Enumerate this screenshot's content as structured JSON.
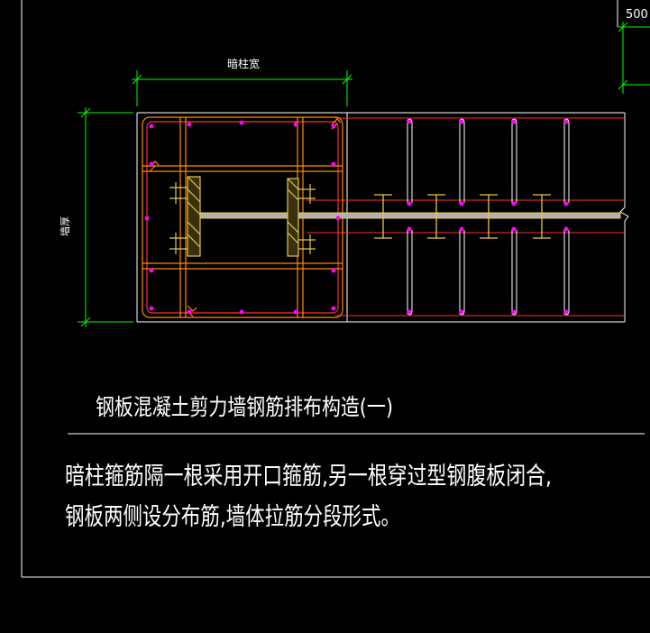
{
  "drawing": {
    "title": "钢板混凝土剪力墙钢筋排布构造(一)",
    "note_line1": "暗柱箍筋隔一根采用开口箍筋,另一根穿过型钢腹板闭合,",
    "note_line2": "钢板两侧设分布筋,墙体拉筋分段形式。",
    "dim_column_width": "暗柱宽",
    "dim_wall_thickness": "墙厚",
    "dim_top_right": "500"
  },
  "colors": {
    "background": "#000000",
    "frame": "#ffffff",
    "dimension": "#00ff00",
    "rebar": "#ff3030",
    "stirrup": "#ff8c00",
    "steel": "#e6c84a",
    "bar_dot": "#ff00ff",
    "text": "#ffffff"
  }
}
